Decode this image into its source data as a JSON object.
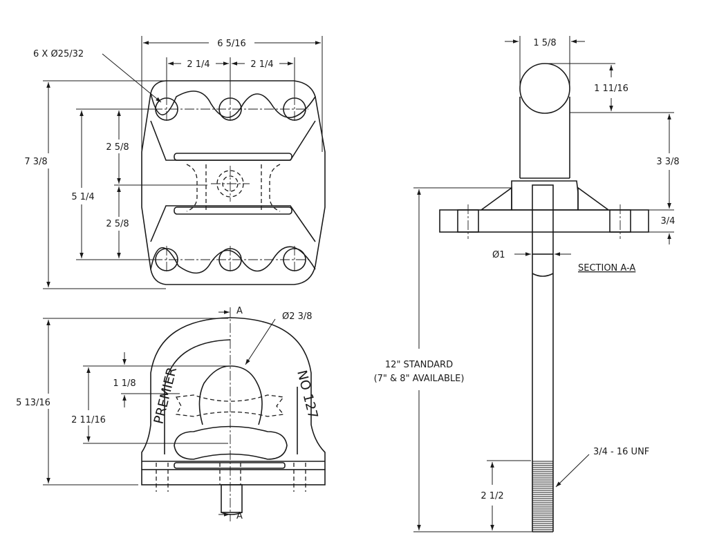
{
  "top_view": {
    "overall_width": "6 5/16",
    "holes": "6 X Ø25/32",
    "hole_spacing_left": "2 1/4",
    "hole_spacing_right": "2 1/4",
    "overall_height": "7 3/8",
    "hole_row_spacing": "5 1/4",
    "upper_half": "2 5/8",
    "lower_half": "2 5/8"
  },
  "front_view": {
    "section_marker_top": "A",
    "section_marker_bottom": "A",
    "ball_diameter": "Ø2 3/8",
    "overall_height": "5 13/16",
    "top_offset": "1 1/8",
    "ball_center_height": "2 11/16",
    "brand_left": "PREMIER",
    "brand_right": "NO 127"
  },
  "section_view": {
    "ball_width": "1 5/8",
    "ball_height": "1 11/16",
    "neck_height": "3 3/8",
    "flange_thickness": "3/4",
    "shank_diameter": "Ø1",
    "title": "SECTION A-A",
    "shank_length_line1": "12\" STANDARD",
    "shank_length_line2": "(7\" & 8\" AVAILABLE)",
    "thread_spec": "3/4 - 16 UNF",
    "thread_length": "2 1/2"
  }
}
